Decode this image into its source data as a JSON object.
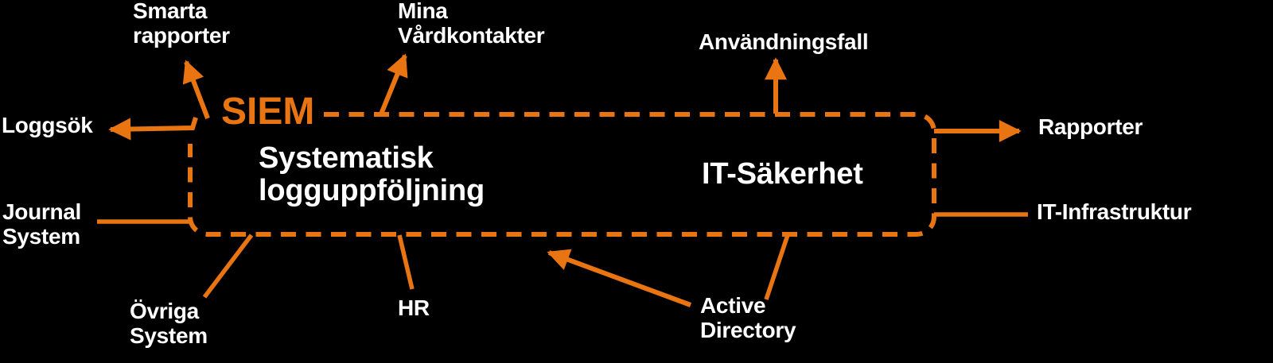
{
  "colors": {
    "accent_orange": "#E87511",
    "label_white": "#FFFFFF",
    "background": "#000000"
  },
  "siem": {
    "title": "SIEM",
    "inner_left_label": "Systematisk\nlogguppföljning",
    "inner_right_label": "IT-Säkerhet"
  },
  "nodes": {
    "smarta_rapporter": "Smarta\nrapporter",
    "mina_vardkontakter": "Mina\nVårdkontakter",
    "anvandningsfall": "Användningsfall",
    "loggsok": "Loggsök",
    "rapporter": "Rapporter",
    "journal_system": "Journal\nSystem",
    "it_infrastruktur": "IT-Infrastruktur",
    "ovriga_system": "Övriga\nSystem",
    "hr": "HR",
    "active_directory": "Active\nDirectory"
  },
  "connections": [
    {
      "from": "SIEM",
      "to": "Smarta rapporter",
      "style": "arrow-out"
    },
    {
      "from": "SIEM",
      "to": "Mina Vårdkontakter",
      "style": "arrow-out"
    },
    {
      "from": "SIEM",
      "to": "Användningsfall",
      "style": "arrow-out"
    },
    {
      "from": "SIEM",
      "to": "Rapporter",
      "style": "arrow-out"
    },
    {
      "from": "SIEM",
      "to": "Loggsök",
      "style": "arrow-out"
    },
    {
      "from": "Active Directory",
      "to": "SIEM",
      "style": "arrow-in"
    },
    {
      "from": "Active Directory",
      "to": "SIEM",
      "style": "line"
    },
    {
      "from": "Journal System",
      "to": "SIEM",
      "style": "line"
    },
    {
      "from": "IT-Infrastruktur",
      "to": "SIEM",
      "style": "line"
    },
    {
      "from": "Övriga System",
      "to": "SIEM",
      "style": "line"
    },
    {
      "from": "HR",
      "to": "SIEM",
      "style": "line"
    }
  ]
}
